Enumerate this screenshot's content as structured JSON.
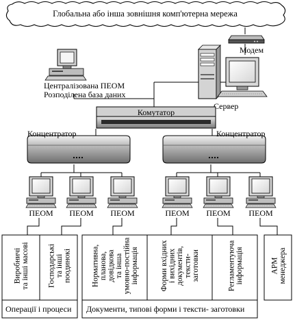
{
  "cloud_label": "Глобальна або інша зовнішня комп'ютерна мережа",
  "modem_label": "Модем",
  "server_label": "Сервер",
  "central_label_1": "Централізована ПЕОМ",
  "central_label_2": "Розподілена база даних",
  "switch_label": "Комутатор",
  "hub_left_label": "Концентратор",
  "hub_right_label": "Концентратор",
  "pc_label": "ПЕОМ",
  "boxes": {
    "operations": {
      "columns": [
        [
          "Виробничі",
          "та інші масові"
        ],
        [
          "Господарські",
          "та інші",
          "поодинокі"
        ]
      ],
      "caption": "Операції і процеси"
    },
    "documents": {
      "columns": [
        [
          "Нормативна,",
          "планова,",
          "довідкова",
          "та інша",
          "умовно-постійна",
          "інформація"
        ],
        [
          "Форми вхідних",
          "і вихідних",
          "документів,",
          "тексти-",
          "заготовки"
        ],
        [
          "Регламентуюча",
          "інформація"
        ]
      ],
      "caption": "Документи, типові форми і тексти- заготовки"
    },
    "arm": {
      "columns": [
        [
          "АРМ",
          "менеджера"
        ]
      ]
    }
  }
}
